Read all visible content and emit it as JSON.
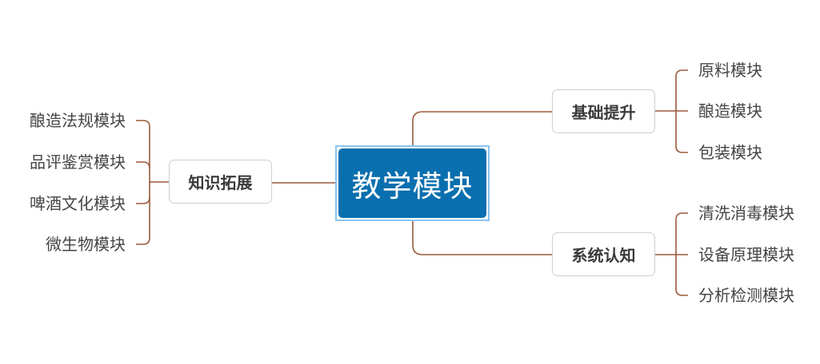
{
  "root": {
    "label": "教学模块"
  },
  "branches": {
    "top_right": {
      "label": "基础提升",
      "children": [
        "原料模块",
        "酿造模块",
        "包装模块"
      ]
    },
    "bottom_right": {
      "label": "系统认知",
      "children": [
        "清洗消毒模块",
        "设备原理模块",
        "分析检测模块"
      ]
    },
    "left": {
      "label": "知识拓展",
      "children": [
        "酿造法规模块",
        "品评鉴赏模块",
        "啤酒文化模块",
        "微生物模块"
      ]
    }
  },
  "colors": {
    "root_fill": "#0a6fae",
    "root_selection_border": "#8cc4ee",
    "connector": "#9a5a3a",
    "branch_border": "#cfcfcf"
  }
}
